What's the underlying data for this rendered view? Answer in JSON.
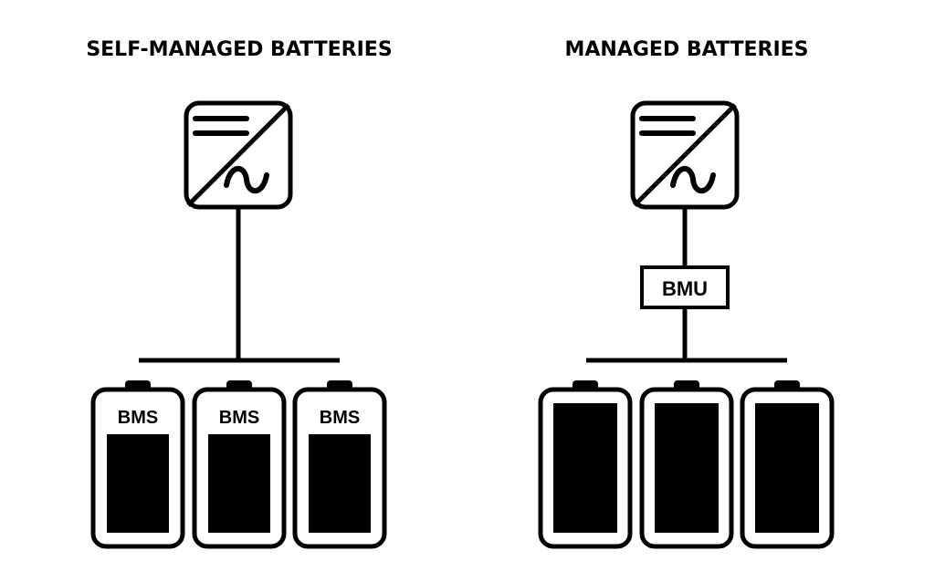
{
  "left_panel": {
    "title": "SELF-MANAGED BATTERIES",
    "batteries": [
      {
        "label": "BMS"
      },
      {
        "label": "BMS"
      },
      {
        "label": "BMS"
      }
    ]
  },
  "right_panel": {
    "title": "MANAGED BATTERIES",
    "bmu_label": "BMU",
    "batteries": [
      {
        "label": ""
      },
      {
        "label": ""
      },
      {
        "label": ""
      }
    ]
  },
  "icons": {
    "converter": "inverter-icon",
    "battery": "battery-icon"
  },
  "colors": {
    "stroke": "#000000",
    "background": "#ffffff"
  }
}
